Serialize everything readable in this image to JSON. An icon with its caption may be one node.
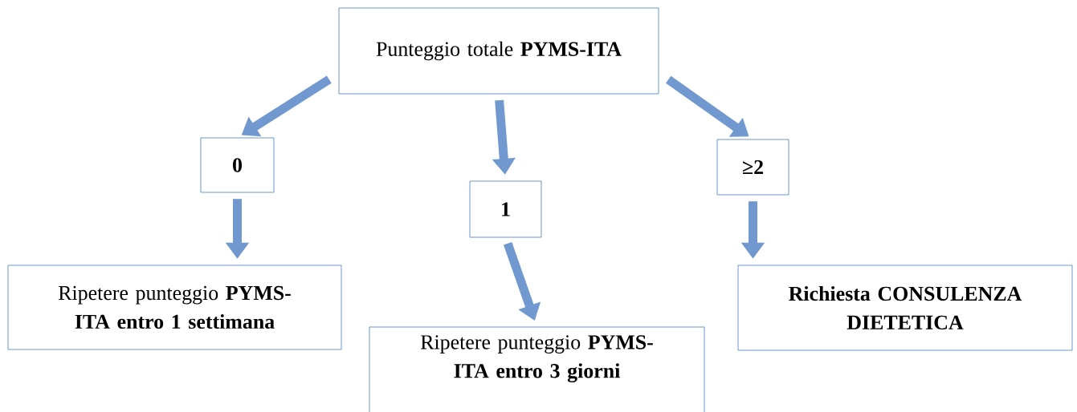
{
  "diagram": {
    "nodes": [
      {
        "text": [
          "Punteggio totale **PYMS-ITA**"
        ]
      },
      {
        "text": [
          "0"
        ]
      },
      {
        "text": [
          "1"
        ]
      },
      {
        "text": [
          "≥2"
        ]
      },
      {
        "text": [
          "Ripetere punteggio **PYMS-ITA** **entro 1 settimana**"
        ]
      },
      {
        "text": [
          "Ripetere punteggio **PYMS-ITA** **entro 3 giorni**"
        ]
      },
      {
        "text": [
          "Richiesta CONSULENZA DIETETICA"
        ]
      }
    ],
    "edges": [
      {
        "from": 0,
        "to": 1,
        "arrow": "to"
      },
      {
        "from": 0,
        "to": 2,
        "arrow": "to"
      },
      {
        "from": 0,
        "to": 3,
        "arrow": "to"
      },
      {
        "from": 1,
        "to": 4,
        "arrow": "to"
      },
      {
        "from": 2,
        "to": 5,
        "arrow": "to"
      },
      {
        "from": 3,
        "to": 6,
        "arrow": "to"
      }
    ]
  }
}
